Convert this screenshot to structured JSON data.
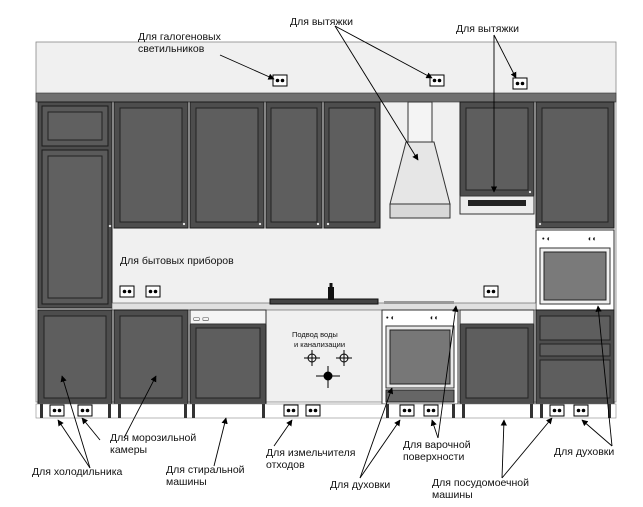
{
  "labels": {
    "halogen": [
      "Для галогеновых",
      "светильников"
    ],
    "hood_center": "Для вытяжки",
    "hood_right": "Для вытяжки",
    "appliances": "Для бытовых приборов",
    "water": [
      "Подвод воды",
      "и канализации"
    ],
    "freezer": [
      "Для морозильной",
      "камеры"
    ],
    "fridge": "Для холодильника",
    "washer": [
      "Для стиральной",
      "машины"
    ],
    "disposer": [
      "Для измельчителя",
      "отходов"
    ],
    "cooktop": [
      "Для варочной",
      "поверхности"
    ],
    "oven_center": "Для духовки",
    "dishwasher": [
      "Для посудомоечной",
      "машины"
    ],
    "oven_right": "Для духовки"
  },
  "colors": {
    "cabinet": "#4d4d4d",
    "cabinet_panel": "#5e5e5e",
    "cabinet_outline": "#1a1a1a",
    "wall": "#f0f0f0",
    "cornice": "#707070",
    "appliance": "#ffffff",
    "line": "#000000"
  },
  "icons": {
    "socket": "double-socket-icon",
    "pipe": "pipe-connection-icon"
  }
}
